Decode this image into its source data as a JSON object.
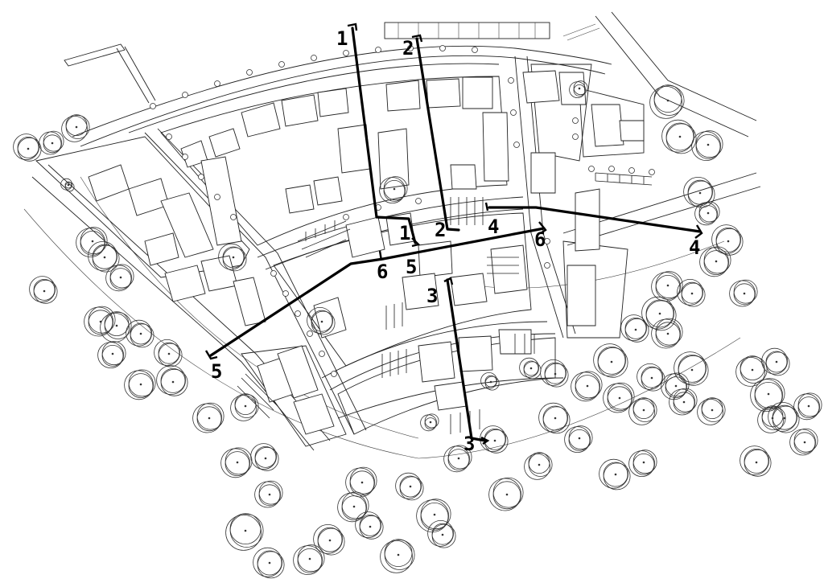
{
  "section_markers": [
    {
      "id": "1",
      "label": "1",
      "end": "a"
    },
    {
      "id": "1",
      "label": "1",
      "end": "b"
    },
    {
      "id": "2",
      "label": "2",
      "end": "a"
    },
    {
      "id": "2",
      "label": "2",
      "end": "b"
    },
    {
      "id": "3",
      "label": "3",
      "end": "a"
    },
    {
      "id": "3",
      "label": "3",
      "end": "b"
    },
    {
      "id": "4",
      "label": "4",
      "end": "a"
    },
    {
      "id": "4",
      "label": "4",
      "end": "b"
    },
    {
      "id": "5",
      "label": "5",
      "end": "a"
    },
    {
      "id": "5",
      "label": "5",
      "end": "b"
    },
    {
      "id": "6",
      "label": "6",
      "end": "a"
    },
    {
      "id": "6",
      "label": "6",
      "end": "b"
    }
  ],
  "section_lines": [
    "1",
    "2",
    "3",
    "4",
    "5",
    "6"
  ]
}
